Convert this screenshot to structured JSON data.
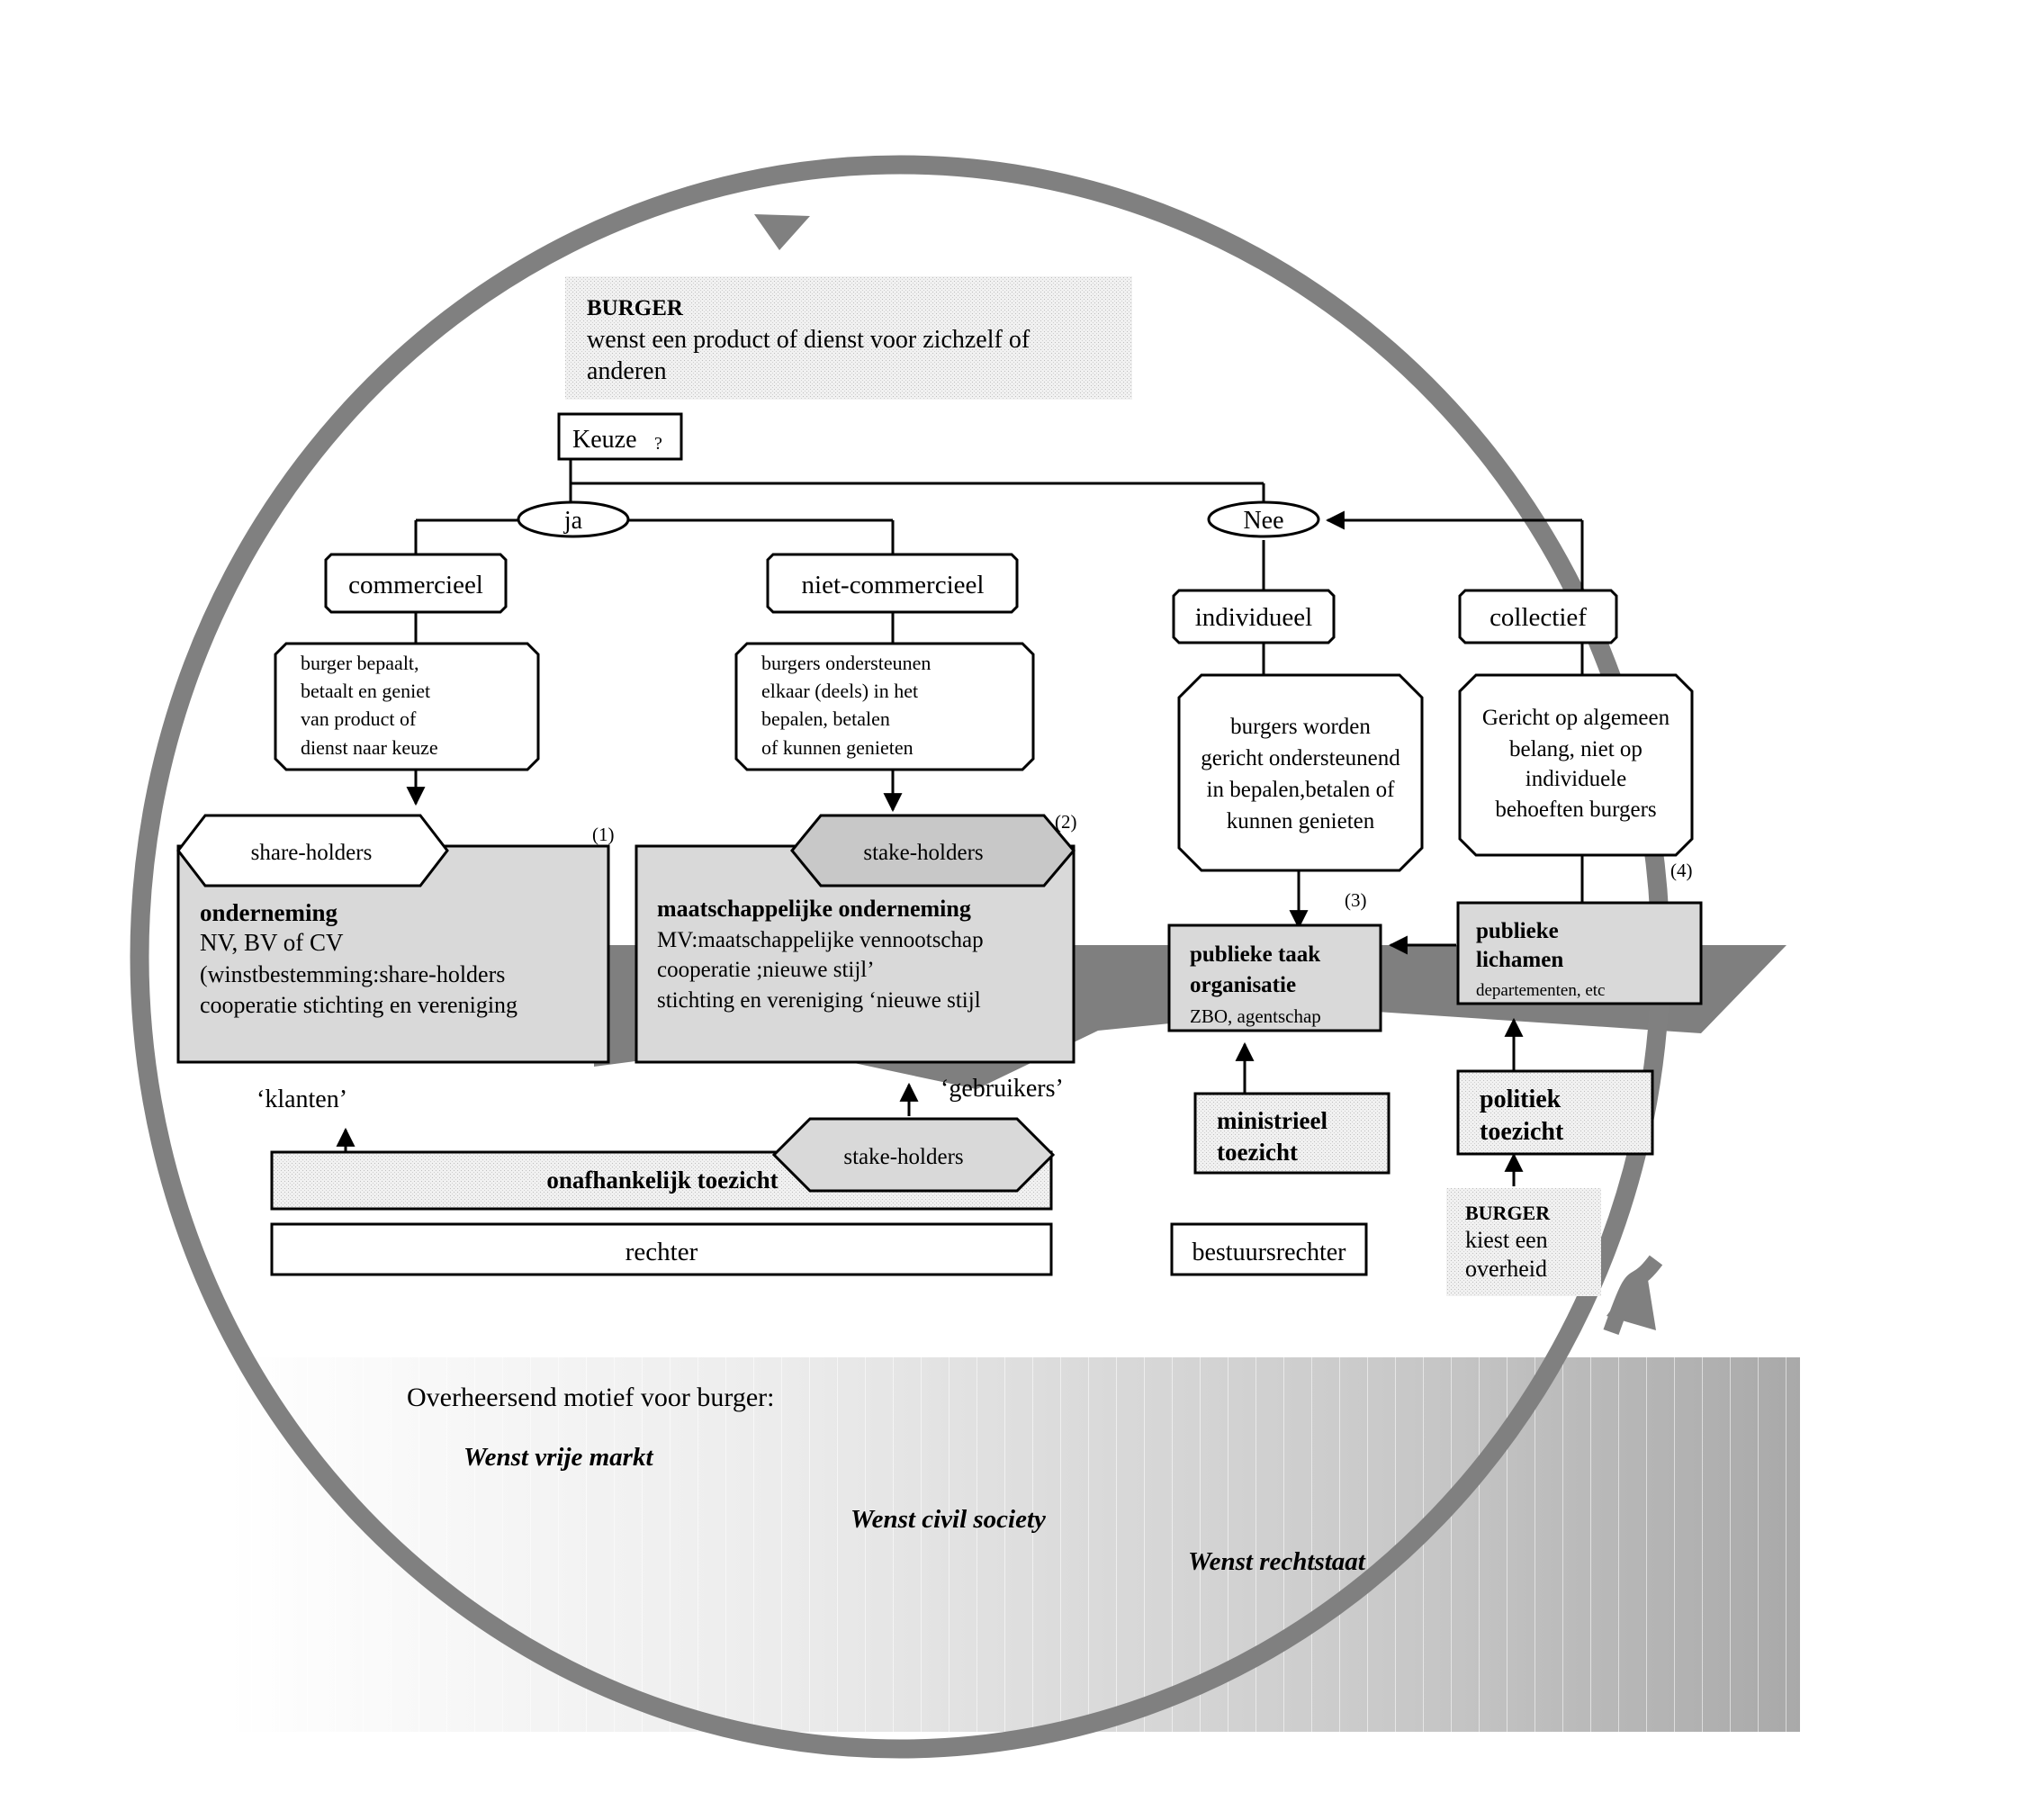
{
  "burger_top": {
    "title": "BURGER",
    "line1": "wenst een product of dienst voor zichzelf of",
    "line2": "anderen"
  },
  "keuze": {
    "label": "Keuze",
    "q": "?"
  },
  "ja": "ja",
  "nee": "Nee",
  "commercieel": "commercieel",
  "niet_commercieel": "niet-commercieel",
  "individueel": "individueel",
  "collectief": "collectief",
  "desc_commercieel": [
    "burger bepaalt,",
    "betaalt en geniet",
    "van product of",
    "dienst naar keuze"
  ],
  "desc_niet_commercieel": [
    "burgers ondersteunen",
    "elkaar (deels) in het",
    "bepalen, betalen",
    "of kunnen genieten"
  ],
  "desc_individueel": [
    "burgers worden",
    "gericht ondersteunend",
    "in bepalen,betalen of",
    "kunnen genieten"
  ],
  "desc_collectief": [
    "Gericht op algemeen",
    "belang, niet op",
    "individuele",
    "behoeften burgers"
  ],
  "box1": {
    "num": "(1)",
    "tag": "share-holders",
    "title": "onderneming",
    "lines": [
      "NV, BV of CV",
      "(winstbestemming:share-holders",
      "cooperatie stichting en vereniging"
    ]
  },
  "box2": {
    "num": "(2)",
    "tag": "stake-holders",
    "title": "maatschappelijke onderneming",
    "lines": [
      "MV:maatschappelijke vennootschap",
      "cooperatie ;nieuwe stijl’",
      "stichting en vereniging ‘nieuwe stijl"
    ]
  },
  "box3": {
    "num": "(3)",
    "title1": "publieke taak",
    "title2": "organisatie",
    "sub": "ZBO, agentschap"
  },
  "box4": {
    "num": "(4)",
    "title1": "publieke",
    "title2": "lichamen",
    "sub": "departementen, etc"
  },
  "klanten": "‘klanten’",
  "gebruikers": "‘gebruikers’",
  "toezicht": {
    "tag": "stake-holders",
    "label": "onafhankelijk toezicht"
  },
  "rechter": "rechter",
  "ministrieel": [
    "ministrieel",
    "toezicht"
  ],
  "politiek": [
    "politiek",
    "toezicht"
  ],
  "bestuursrechter": "bestuursrechter",
  "burger_bottom": {
    "title": "BURGER",
    "line1": "kiest een",
    "line2": "overheid"
  },
  "motief": {
    "heading": "Overheersend motief voor burger:",
    "vrije_markt": "Wenst vrije markt",
    "civil_society": "Wenst civil society",
    "rechtstaat": "Wenst rechtstaat"
  },
  "colors": {
    "ring": "#808080",
    "box_fill": "#d9d9d9",
    "tag_fill": "#c8c8c8",
    "dotted": "#eeeeee"
  }
}
